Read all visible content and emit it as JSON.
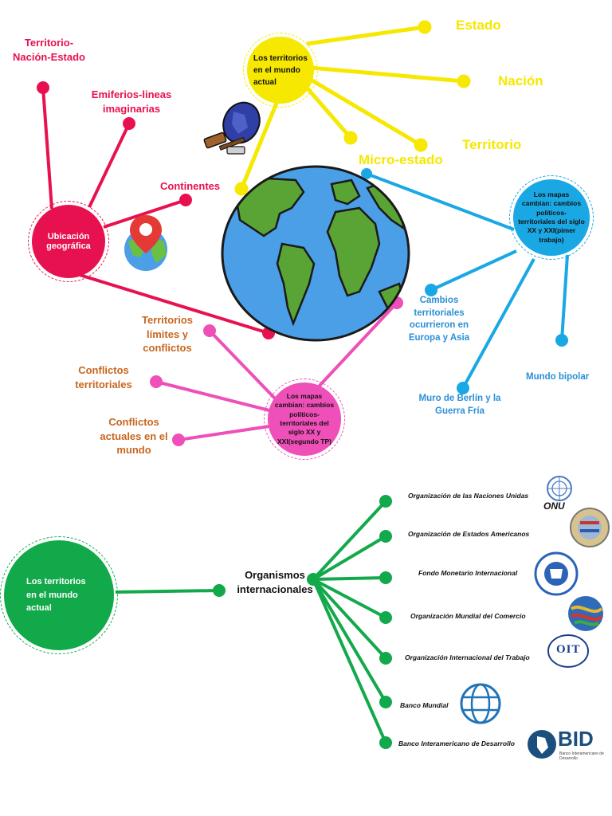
{
  "nodes": {
    "territorios_mundo_actual": "Los territorios en el mundo actual",
    "estado": "Estado",
    "nacion": "Nación",
    "territorio": "Territorio",
    "micro_estado": "Micro-estado",
    "territorio_nacion_estado": "Territorio-Nación-Estado",
    "emiferios": "Emiferios-lineas imaginarias",
    "continentes": "Continentes",
    "ubicacion_geografica": "Ubicación geográfica",
    "mapas_primer": "Los mapas cambian: cambios políticos-territoriales del siglo XX y XXI(pimer trabajo)",
    "cambios_territoriales": "Cambios territoriales ocurrieron en Europa y Asia",
    "mundo_bipolar": "Mundo bipolar",
    "muro_berlin": "Muro de Berlín y la Guerra Fría",
    "territorios_limites": "Territorios límites y conflictos",
    "conflictos_territoriales": "Conflictos territoriales",
    "conflictos_actuales": "Conflictos actuales en el mundo",
    "mapas_segundo": "Los mapas cambian: cambios políticos-territoriales del siglo XX y XXI(segundo TP)",
    "territorios_mundo_actual_2": "Los territorios en el mundo actual",
    "organismos": "Organismos internacionales"
  },
  "organizations": [
    {
      "name": "Organización de las Naciones Unidas",
      "logo": "un-emblem",
      "logo_text": "ONU"
    },
    {
      "name": "Organización de Estados Americanos",
      "logo": "oas-seal"
    },
    {
      "name": "Fondo Monetario Internacional",
      "logo": "imf-seal"
    },
    {
      "name": "Organización Mundial del Comercio",
      "logo": "wto-logo"
    },
    {
      "name": "Organización Internacional del Trabajo",
      "logo": "ilo-logo",
      "logo_text": "OIT"
    },
    {
      "name": "Banco Mundial",
      "logo": "world-bank-globe"
    },
    {
      "name": "Banco Interamericano de Desarrollo",
      "logo": "idb-logo",
      "logo_text": "BID",
      "logo_subtext": "Banco Interamericano de Desarrollo"
    }
  ],
  "icons": [
    "earth-globe-icon",
    "location-pin-icon",
    "gavel-globe-icon"
  ],
  "colors": {
    "red": "#e8114f",
    "yellow": "#f6e800",
    "blue": "#1aa8e4",
    "pink": "#ee4fb8",
    "orange": "#c8661e",
    "green": "#12a94a",
    "ocean": "#4a9fe6",
    "land": "#5aa335"
  }
}
